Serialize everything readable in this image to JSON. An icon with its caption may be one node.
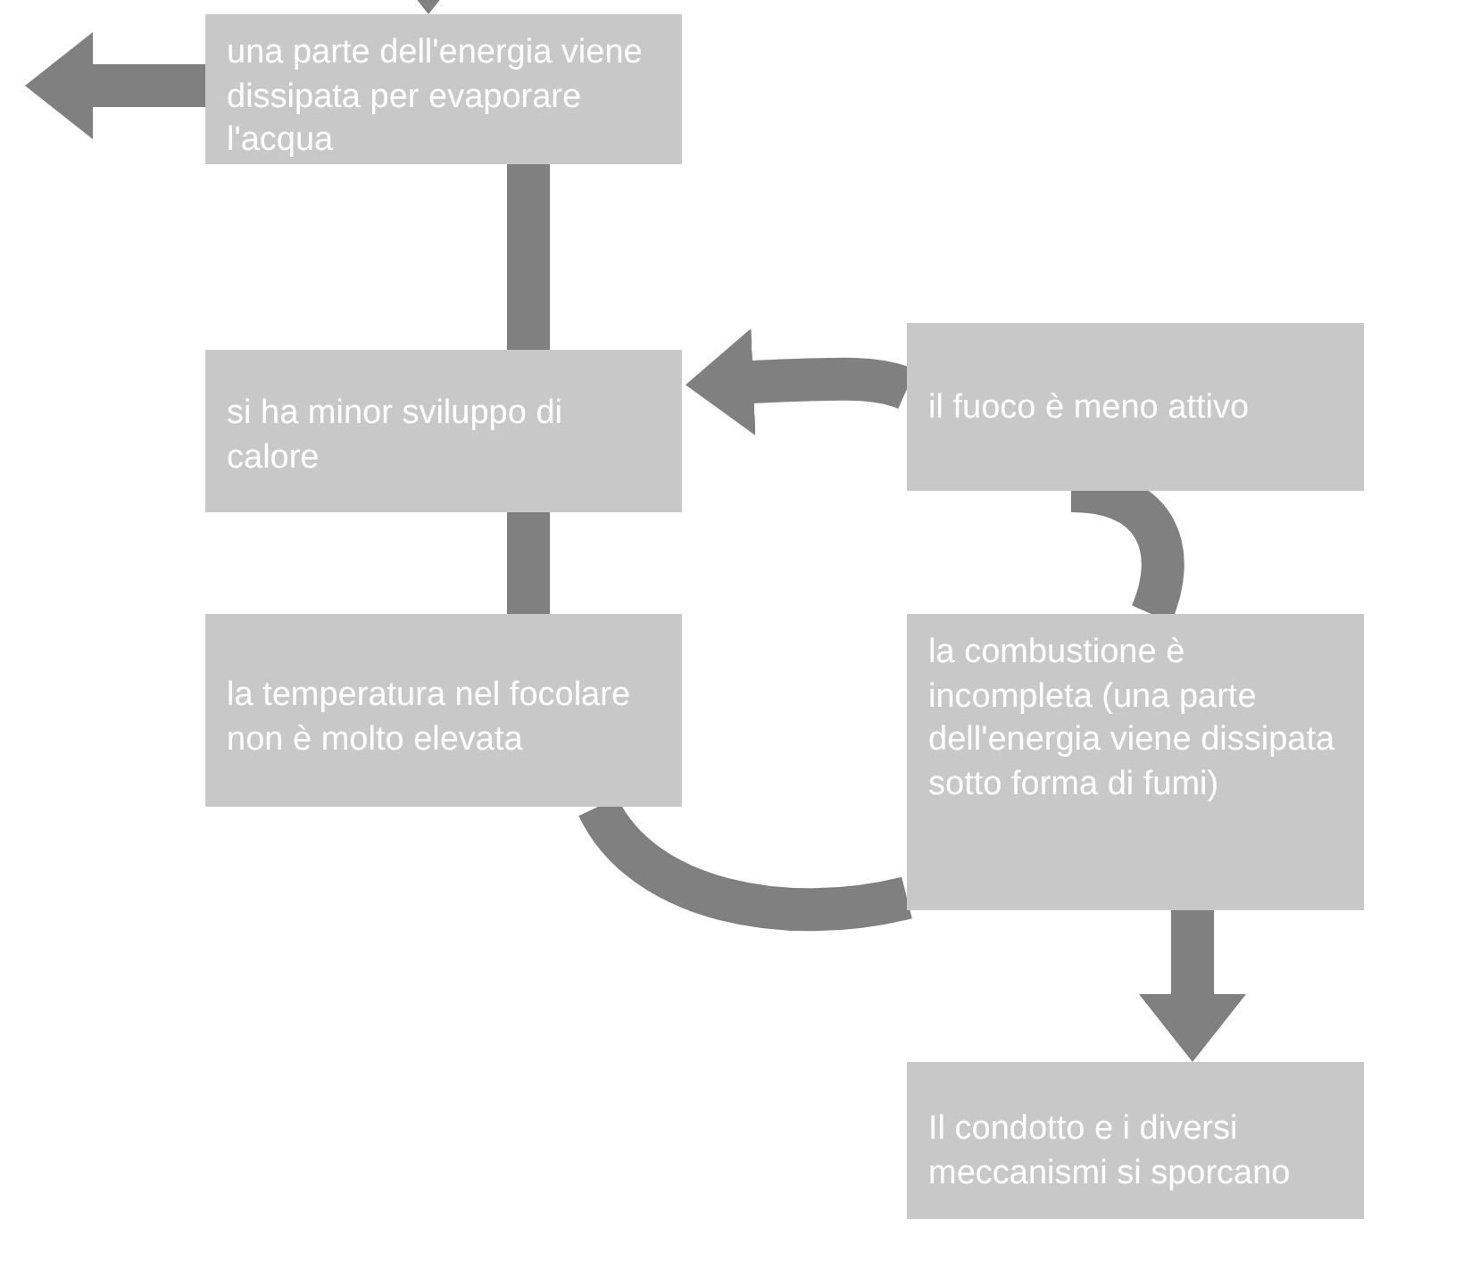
{
  "diagram": {
    "nodes": [
      {
        "text": [
          "una parte dell'energia viene dissipata per evaporare l'acqua"
        ]
      },
      {
        "text": [
          "si ha minor sviluppo di calore"
        ]
      },
      {
        "text": [
          "il fuoco è meno attivo"
        ]
      },
      {
        "text": [
          "la temperatura nel focolare non è molto elevata"
        ]
      },
      {
        "text": [
          "la combustione è incompleta (una parte dell'energia viene dissipata sotto forma di fumi)"
        ]
      },
      {
        "text": [
          "Il condotto e i diversi meccanismi si sporcano"
        ]
      }
    ],
    "edges": [
      {
        "from": null,
        "to": 0,
        "arrow": "to"
      },
      {
        "from": 0,
        "to": null,
        "arrow": "to"
      },
      {
        "from": 0,
        "to": 1,
        "arrow": "none"
      },
      {
        "from": 1,
        "to": 3,
        "arrow": "none"
      },
      {
        "from": 3,
        "to": 4,
        "arrow": "none"
      },
      {
        "from": 4,
        "to": 2,
        "arrow": "none"
      },
      {
        "from": 2,
        "to": 1,
        "arrow": "to"
      },
      {
        "from": 4,
        "to": 5,
        "arrow": "to"
      }
    ]
  }
}
